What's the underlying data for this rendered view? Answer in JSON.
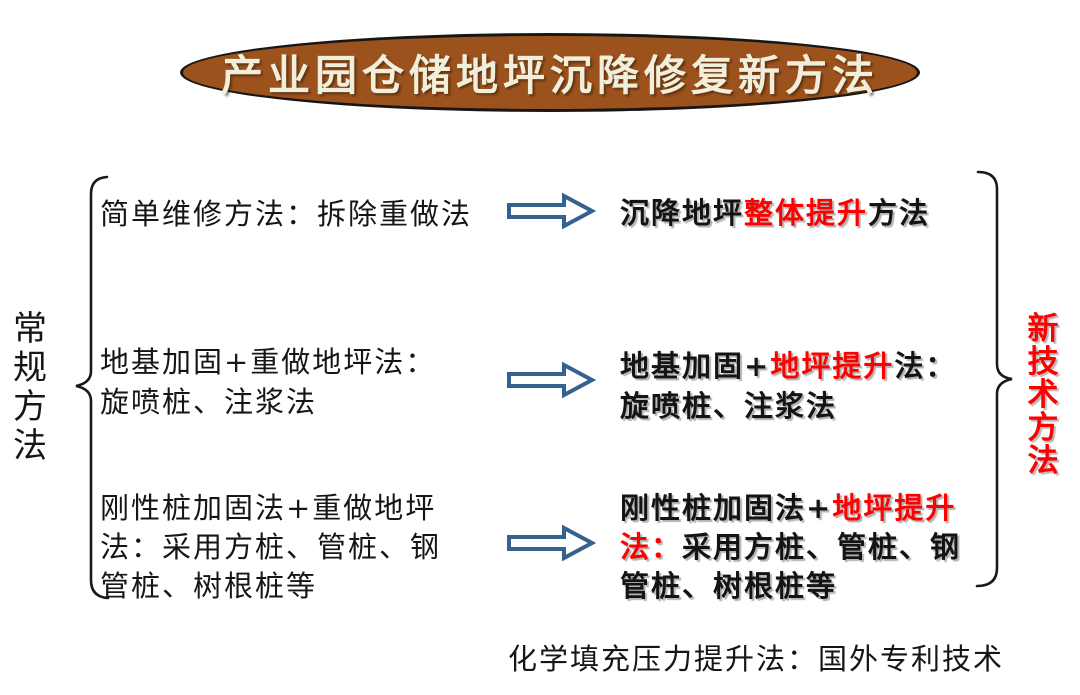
{
  "title": "产业园仓储地坪沉降修复新方法",
  "left_group_label": "常规方法",
  "right_group_label": "新技术方法",
  "footnote": "化学填充压力提升法：国外专利技术",
  "rows": [
    {
      "left_lines": [
        "简单维修方法：拆除重做法"
      ],
      "right_lines": [
        [
          {
            "t": "沉降地坪",
            "red": false
          },
          {
            "t": "整体提升",
            "red": true
          },
          {
            "t": "方法",
            "red": false
          }
        ]
      ]
    },
    {
      "left_lines": [
        "地基加固+重做地坪法：",
        "旋喷桩、注浆法"
      ],
      "right_lines": [
        [
          {
            "t": "地基加固+",
            "red": false
          },
          {
            "t": "地坪提升",
            "red": true
          },
          {
            "t": "法：",
            "red": false
          }
        ],
        [
          {
            "t": "旋喷桩、注浆法",
            "red": false
          }
        ]
      ]
    },
    {
      "left_lines": [
        "刚性桩加固法+重做地坪",
        "法：采用方桩、管桩、钢",
        "管桩、树根桩等"
      ],
      "right_lines": [
        [
          {
            "t": "刚性桩加固法+",
            "red": false
          },
          {
            "t": "地坪提升",
            "red": true
          }
        ],
        [
          {
            "t": "法：",
            "red": true
          },
          {
            "t": "采用方桩、管桩、钢",
            "red": false
          }
        ],
        [
          {
            "t": "管桩、树根桩等",
            "red": false
          }
        ]
      ]
    }
  ],
  "icons": {
    "arrow": "right-block-arrow-icon",
    "left_brace": "left-curly-brace",
    "right_brace": "right-curly-brace"
  },
  "colors": {
    "ellipse_brown": "#9C521D",
    "title_cream": "#F2EEDC",
    "arrow_blue": "#35618F",
    "highlight_red": "#FF0000",
    "text_black": "#161616"
  }
}
